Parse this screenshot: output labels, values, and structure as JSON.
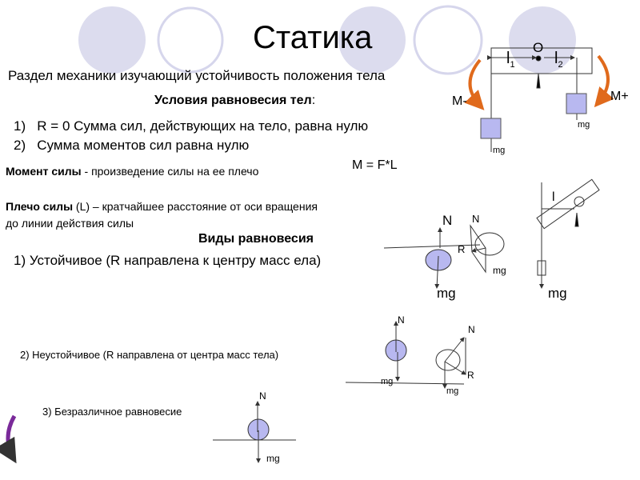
{
  "title": "Статика",
  "subtitle": "Раздел механики изучающий устойчивость положения тела",
  "conditions_heading": "Условия равновесия тел",
  "conditions_colon": ":",
  "conditions": [
    {
      "num": "1)",
      "text": "R = 0 Сумма сил, действующих на тело, равна нулю"
    },
    {
      "num": "2)",
      "text": "Сумма моментов сил равна нулю"
    }
  ],
  "moment": {
    "term": "Момент силы",
    "definition": " - произведение силы на ее плечо",
    "formula": "M = F*L"
  },
  "arm": {
    "term": "Плечо силы",
    "line1": " (L) – кратчайшее расстояние от оси вращения",
    "line2": "до линии действия силы"
  },
  "types_heading": "Виды равновесия",
  "types": [
    "1) Устойчивое (R направлена к центру масс ела)",
    "2) Неустойчивое (R направлена от центра масс тела)",
    "3) Безразличное равновесие"
  ],
  "diagram_labels": {
    "O": "O",
    "l1": "l",
    "l1_sub": "1",
    "l2": "l",
    "l2_sub": "2",
    "m_minus": "M-",
    "m_plus": "M+",
    "mg": "mg",
    "N": "N",
    "R": "R",
    "l": "l"
  },
  "colors": {
    "circle_fill": "#d9d9ee",
    "circle_stroke": "#c8c8e4",
    "body_fill": "#aaaaee",
    "arrow_orange": "#e06a1c",
    "nav_purple": "#7a2a9a"
  }
}
